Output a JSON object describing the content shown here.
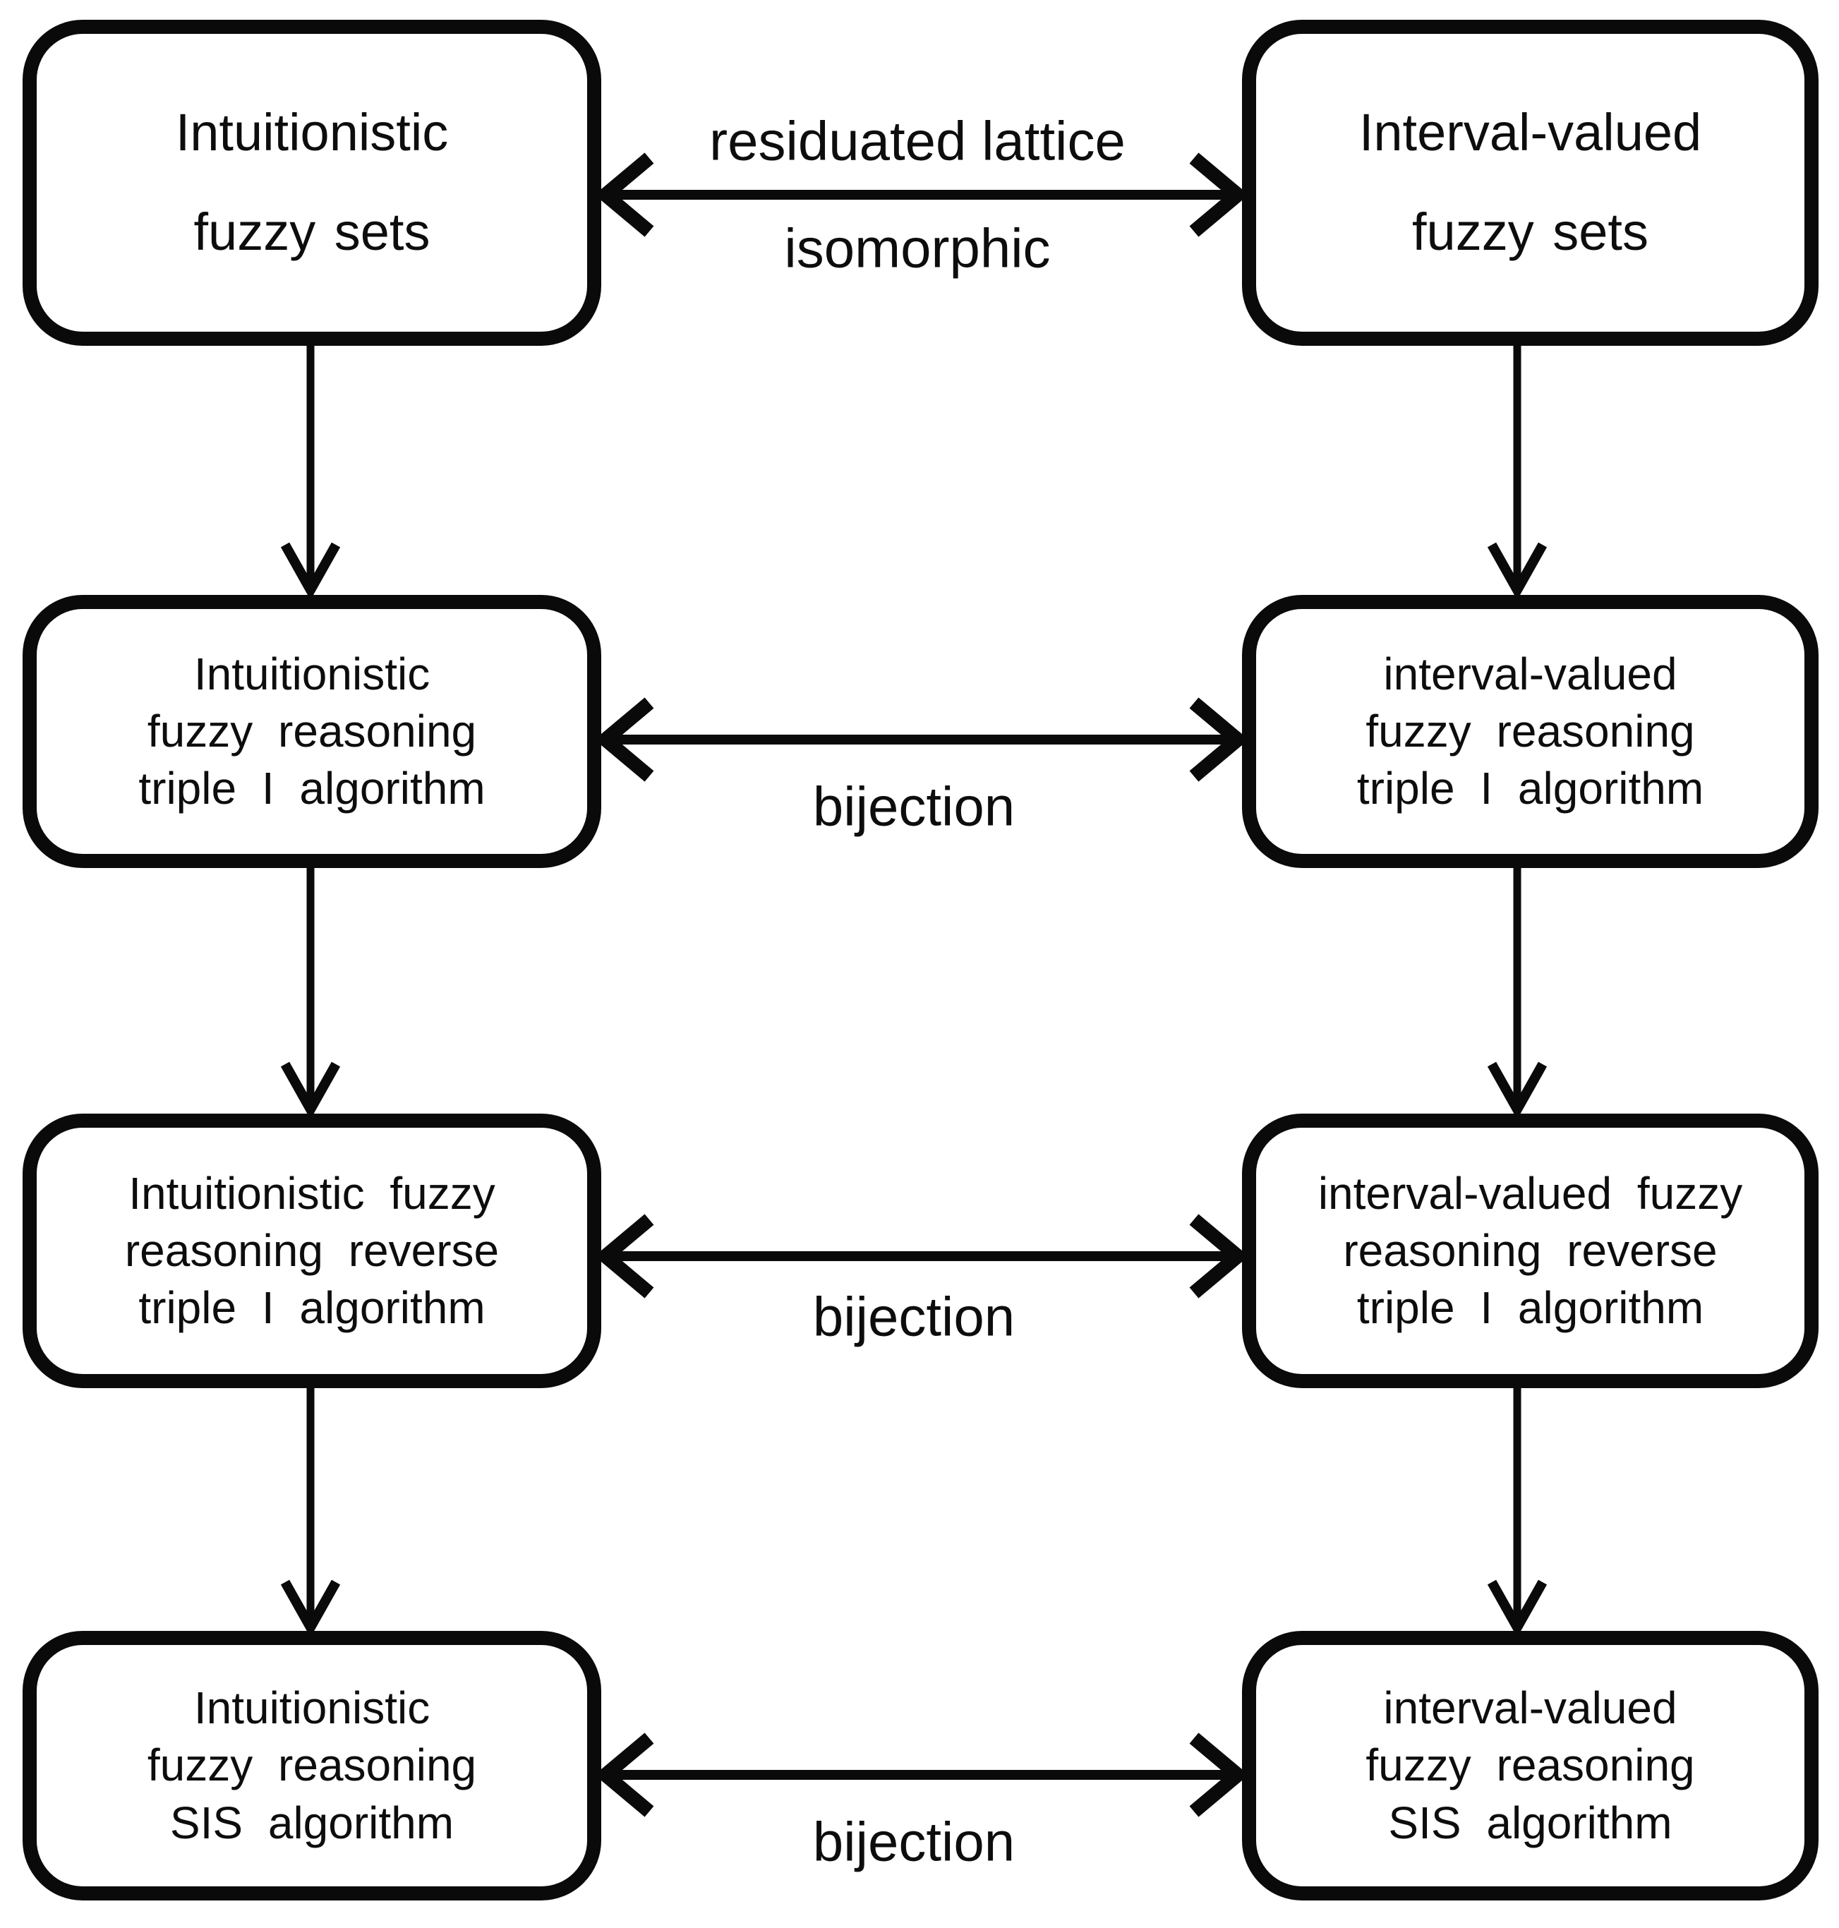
{
  "figure": {
    "description": "Flow diagram relating intuitionistic and interval-valued fuzzy reasoning algorithms",
    "background_color": "#ffffff",
    "line_color": "#0a0a0a",
    "text_color": "#0d0d0d"
  },
  "boxes": {
    "left": [
      {
        "label": "Intuitionistic\nfuzzy sets"
      },
      {
        "label": "Intuitionistic\nfuzzy reasoning\ntriple I algorithm"
      },
      {
        "label": "Intuitionistic fuzzy\nreasoning reverse\ntriple I algorithm"
      },
      {
        "label": "Intuitionistic\nfuzzy reasoning\nSIS algorithm"
      }
    ],
    "right": [
      {
        "label": "Interval-valued\nfuzzy sets"
      },
      {
        "label": "interval-valued\nfuzzy reasoning\ntriple I algorithm"
      },
      {
        "label": "interval-valued fuzzy\nreasoning reverse\ntriple I algorithm"
      },
      {
        "label": "interval-valued\nfuzzy reasoning\nSIS algorithm"
      }
    ]
  },
  "edges": {
    "row1": {
      "label_above": "residuated lattice",
      "label_below": "isomorphic"
    },
    "row2": {
      "label_below": "bijection"
    },
    "row3": {
      "label_below": "bijection"
    },
    "row4": {
      "label_below": "bijection"
    }
  }
}
